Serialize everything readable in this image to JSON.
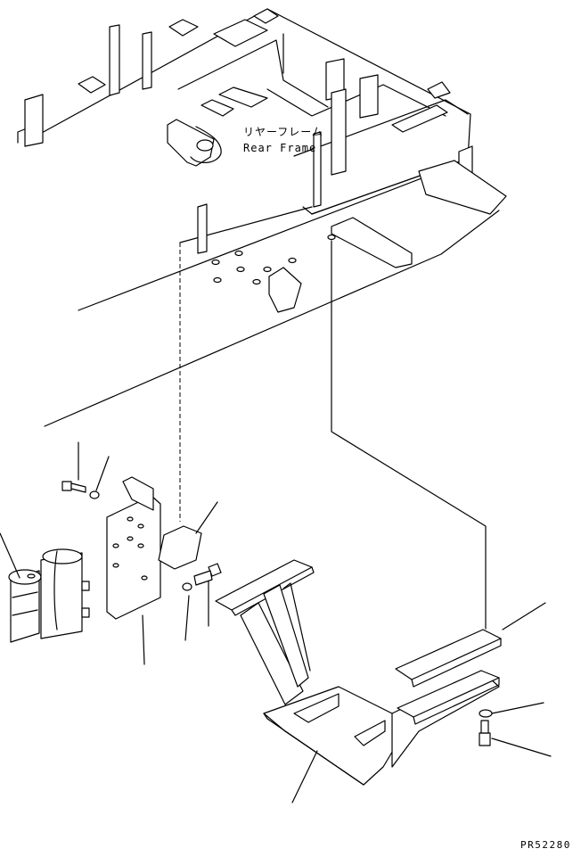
{
  "labels": {
    "rear_frame_jp": "リヤーフレーム",
    "rear_frame_en": "Rear Frame",
    "drawing_code": "PR52280"
  },
  "colors": {
    "line": "#000000",
    "background": "#ffffff"
  }
}
